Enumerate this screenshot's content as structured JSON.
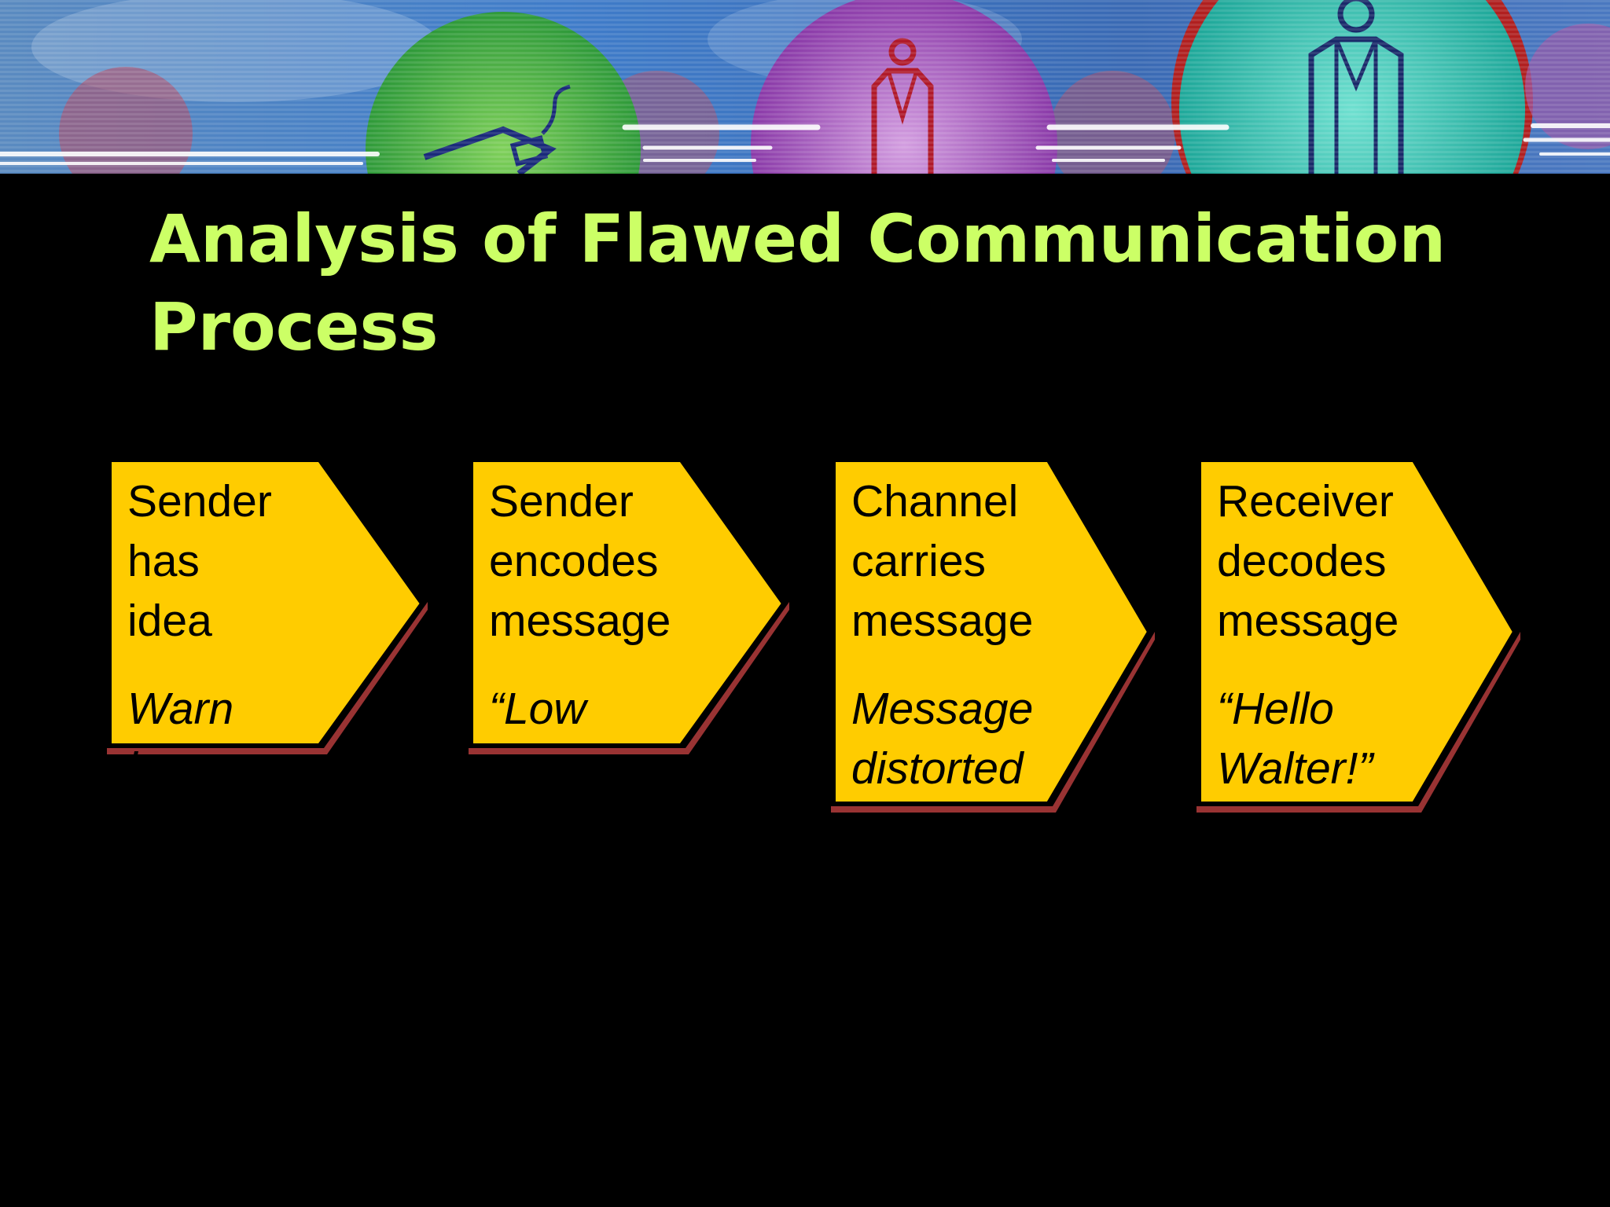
{
  "slide": {
    "title": "Analysis of Flawed Communication Process"
  },
  "steps": [
    {
      "label": "Sender\nhas\nidea",
      "example": "Warn boat"
    },
    {
      "label": "Sender\nencodes\nmessage",
      "example": "“Low water"
    },
    {
      "label": "Channel\ncarries\nmessage",
      "example": "Message\ndistorted"
    },
    {
      "label": "Receiver\ndecodes\nmessage",
      "example": "“Hello\nWalter!”"
    }
  ],
  "colors": {
    "background": "#000000",
    "title": "#CCFF66",
    "arrow_fill": "#FFCC00",
    "arrow_shadow": "#993333"
  }
}
